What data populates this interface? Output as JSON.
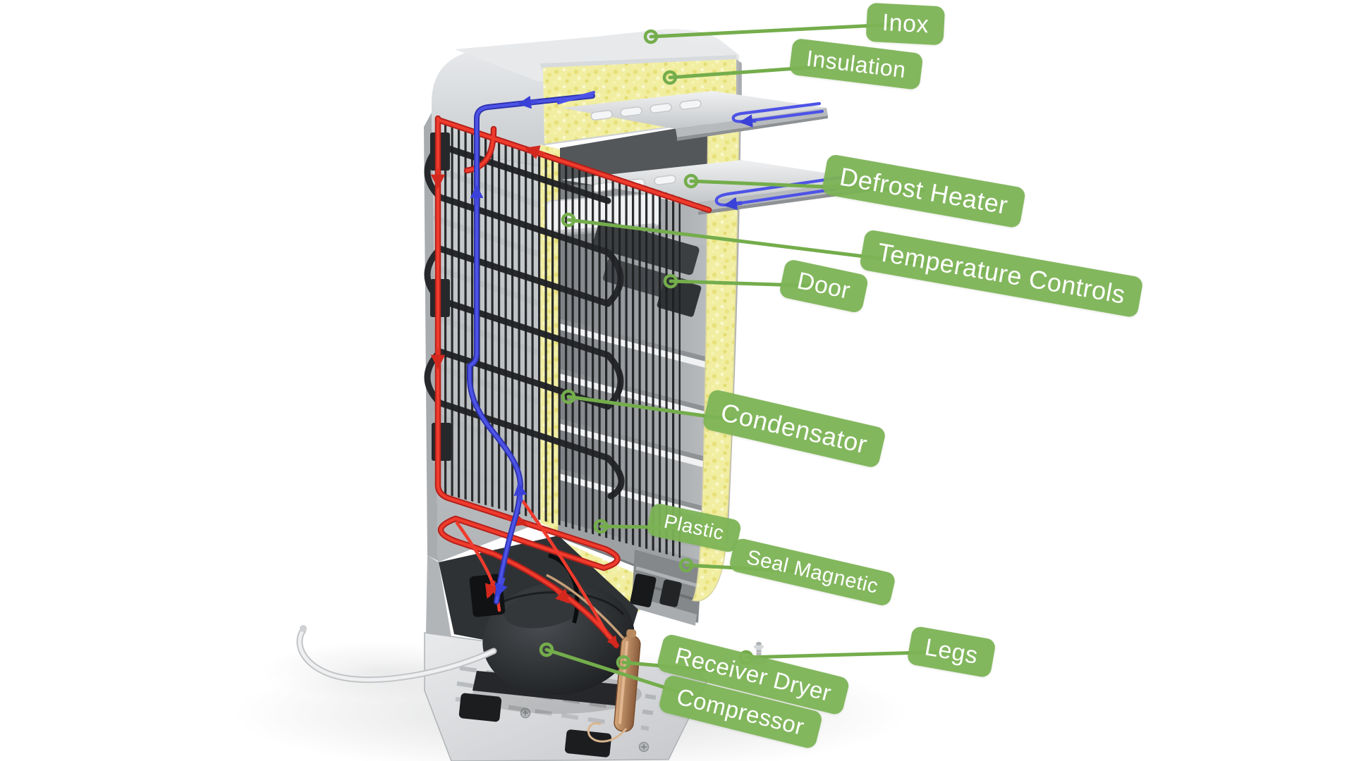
{
  "diagram_subject": "Refrigerator rear cutaway with labeled parts",
  "colors": {
    "label_bg": "#7cb355",
    "leader_line": "#74ad4c",
    "label_text": "#ffffff",
    "insulation_yellow": "#f1eea1",
    "hot_tube_red": "#e63228",
    "cold_tube_blue": "#4d53e6"
  },
  "labels": [
    {
      "id": "inox",
      "text": "Inox"
    },
    {
      "id": "insulation",
      "text": "Insulation"
    },
    {
      "id": "defrost-heater",
      "text": "Defrost Heater"
    },
    {
      "id": "temperature-controls",
      "text": "Temperature Controls"
    },
    {
      "id": "door",
      "text": "Door"
    },
    {
      "id": "condensator",
      "text": "Condensator"
    },
    {
      "id": "plastic",
      "text": "Plastic"
    },
    {
      "id": "seal-magnetic",
      "text": "Seal Magnetic"
    },
    {
      "id": "legs",
      "text": "Legs"
    },
    {
      "id": "receiver-dryer",
      "text": "Receiver Dryer"
    },
    {
      "id": "compressor",
      "text": "Compressor"
    }
  ]
}
